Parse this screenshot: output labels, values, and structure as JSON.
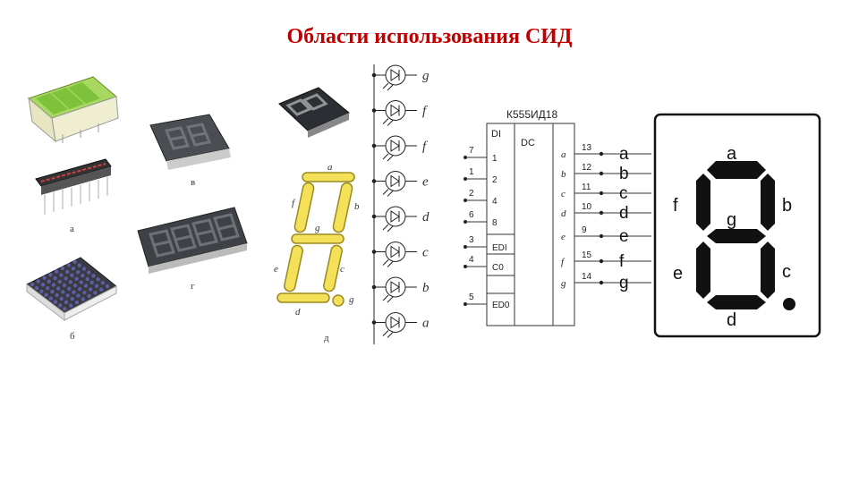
{
  "title": "Области использования СИД",
  "photos": {
    "captions": {
      "a": "а",
      "b": "б",
      "v": "в",
      "g": "г"
    }
  },
  "yellow_display": {
    "segments": {
      "a": "a",
      "b": "b",
      "c": "c",
      "d": "d",
      "e": "e",
      "f": "f",
      "g": "g"
    },
    "caption": "д"
  },
  "led_column": {
    "labels": [
      "g",
      "f",
      "f",
      "e",
      "d",
      "c",
      "b",
      "a"
    ]
  },
  "decoder": {
    "chip_name": "К555ИД18",
    "di_label": "DI",
    "dc_label": "DC",
    "inputs": [
      {
        "pin": "7",
        "label": "1"
      },
      {
        "pin": "1",
        "label": "2"
      },
      {
        "pin": "2",
        "label": "4"
      },
      {
        "pin": "6",
        "label": "8"
      },
      {
        "pin": "3",
        "label": "EDI"
      },
      {
        "pin": "4",
        "label": "C0"
      },
      {
        "pin": "5",
        "label": "ED0"
      }
    ],
    "outputs": [
      {
        "label": "a",
        "pin": "13",
        "seg": "a"
      },
      {
        "label": "b",
        "pin": "12",
        "seg": "b"
      },
      {
        "label": "c",
        "pin": "11",
        "seg": "c"
      },
      {
        "label": "d",
        "pin": "10",
        "seg": "d"
      },
      {
        "label": "e",
        "pin": "9",
        "seg": "e"
      },
      {
        "label": "f",
        "pin": "15",
        "seg": "f"
      },
      {
        "label": "g",
        "pin": "14",
        "seg": "g"
      }
    ]
  },
  "seven_seg": {
    "labels": {
      "a": "a",
      "b": "b",
      "c": "c",
      "d": "d",
      "e": "e",
      "f": "f",
      "g": "g"
    }
  },
  "colors": {
    "title": "#c00000",
    "yellow_segment": "#f5e05a",
    "yellow_stroke": "#9a8a20",
    "dark_segment": "#111111",
    "green_bar": "#7ec23c"
  }
}
